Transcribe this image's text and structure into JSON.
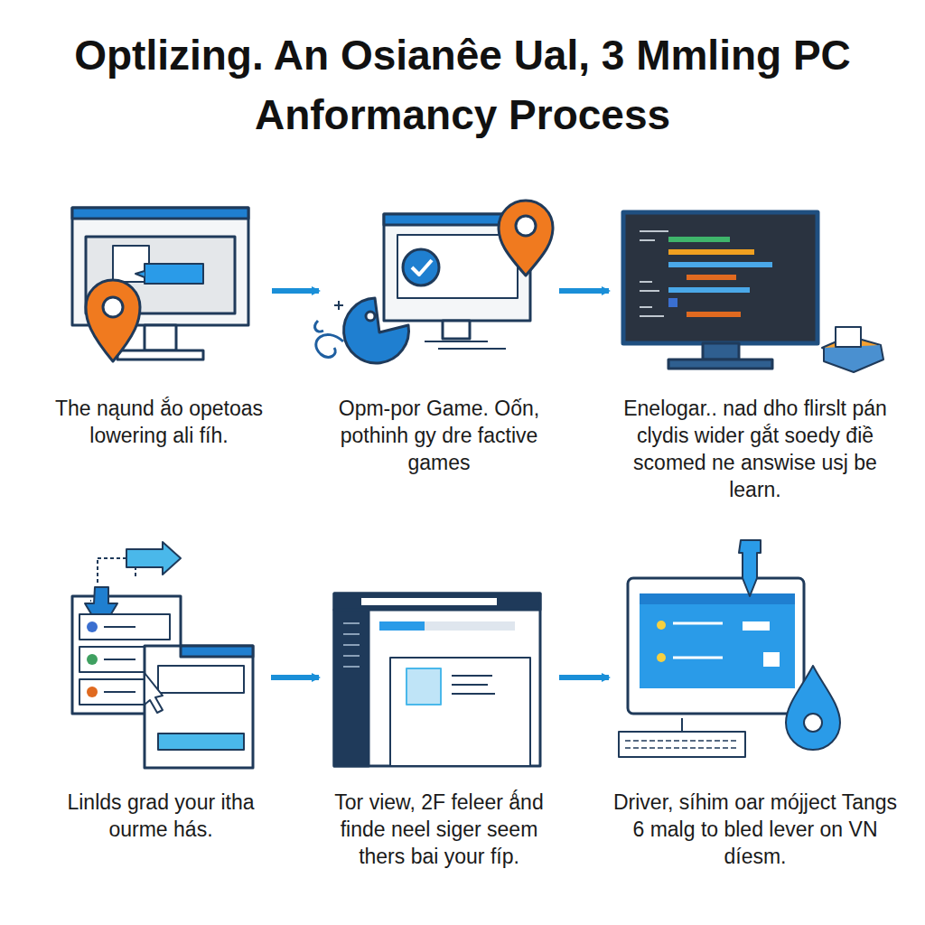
{
  "diagram": {
    "title": "Optlizing. An Osianêe Ual, 3 Mmling PC Anformancy Process",
    "nodes": [
      {
        "text": [
          "The nąund ắo opetoas lowering ali fíh."
        ]
      },
      {
        "text": [
          "Opm-por Game. Oốn, pothinh gy dre factive games"
        ]
      },
      {
        "text": [
          "Enelogar.. nad dho flirslt pán clydis wider gắt soedy điề scomed ne answise usj be learn."
        ]
      },
      {
        "text": [
          "Linlds grad your itha ourme hás."
        ]
      },
      {
        "text": [
          "Tor view, 2F feleer ǻnd finde neel siger seem thers bai your fíp."
        ]
      },
      {
        "text": [
          "Driver, síhim oar mójject Tangs 6 malg to bled lever on VN díesm."
        ]
      }
    ],
    "edges": [
      {
        "from": 0,
        "to": 1,
        "arrow": "to"
      },
      {
        "from": 1,
        "to": 2,
        "arrow": "to"
      },
      {
        "from": 3,
        "to": 4,
        "arrow": "to"
      },
      {
        "from": 4,
        "to": 5,
        "arrow": "to"
      }
    ]
  }
}
